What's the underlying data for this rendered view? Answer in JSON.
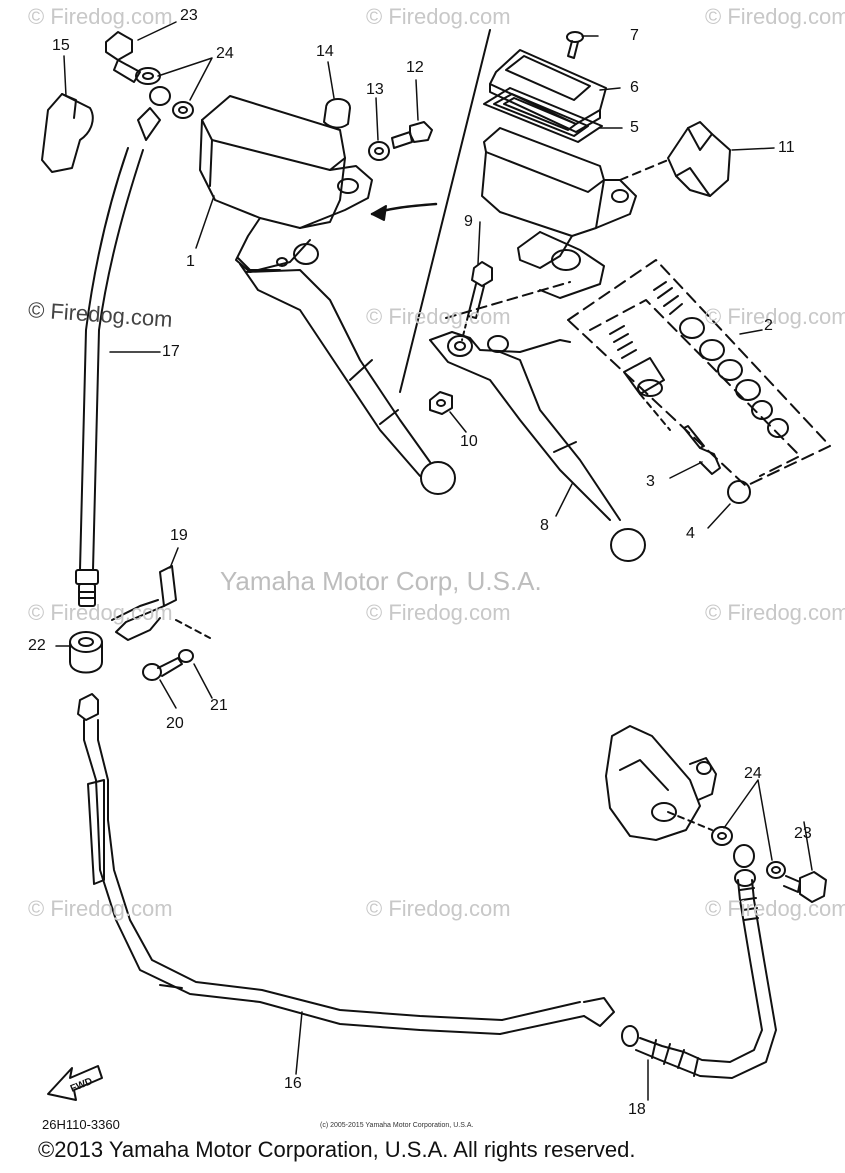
{
  "watermarks": {
    "firedog": "© Firedog.com",
    "yamaha": "Yamaha Motor Corp, U.S.A."
  },
  "callouts": {
    "c1": "1",
    "c2": "2",
    "c3": "3",
    "c4": "4",
    "c5": "5",
    "c6": "6",
    "c7": "7",
    "c8": "8",
    "c9": "9",
    "c10": "10",
    "c11": "11",
    "c12": "12",
    "c13": "13",
    "c14": "14",
    "c15": "15",
    "c16": "16",
    "c17": "17",
    "c18": "18",
    "c19": "19",
    "c20": "20",
    "c21": "21",
    "c22": "22",
    "c23": "23",
    "c24": "24"
  },
  "part_number": "26H110-3360",
  "small_copyright": "(c) 2005-2015 Yamaha Motor Corporation, U.S.A.",
  "footer": "©2013 Yamaha Motor Corporation, U.S.A. All rights reserved.",
  "fwd_label": "FWD"
}
